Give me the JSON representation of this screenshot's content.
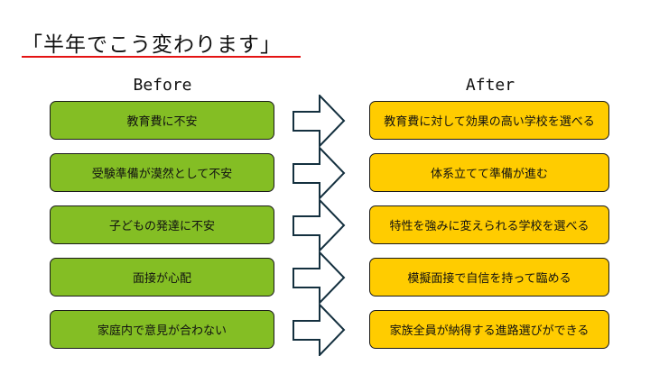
{
  "title": "「半年でこう変わります」",
  "colors": {
    "before_fill": "#84be24",
    "after_fill": "#ffcc00",
    "underline": "#e41313",
    "arrow_stroke": "#14303f"
  },
  "columns": {
    "before": "Before",
    "after": "After"
  },
  "rows": [
    {
      "before": "教育費に不安",
      "after": "教育費に対して効果の高い学校を選べる"
    },
    {
      "before": "受験準備が漠然として不安",
      "after": "体系立てて準備が進む"
    },
    {
      "before": "子どもの発達に不安",
      "after": "特性を強みに変えられる学校を選べる"
    },
    {
      "before": "面接が心配",
      "after": "模擬面接で自信を持って臨める"
    },
    {
      "before": "家庭内で意見が合わない",
      "after": "家族全員が納得する進路選びができる"
    }
  ],
  "arrow_icon": "right-arrow-outline"
}
